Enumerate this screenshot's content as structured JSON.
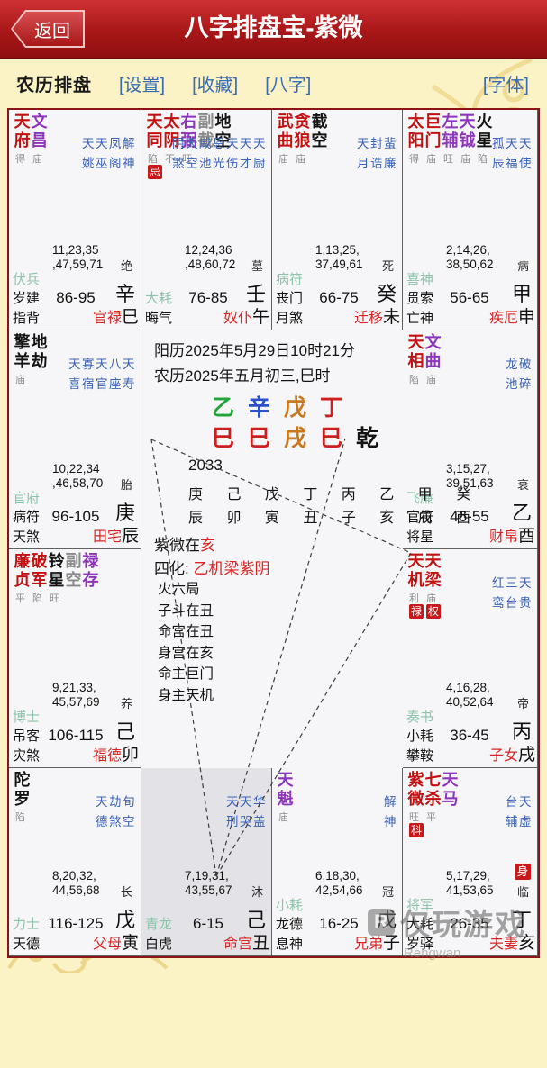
{
  "header": {
    "back_label": "返回",
    "title": "八字排盘宝-紫微"
  },
  "toolbar": {
    "mode_label": "农历排盘",
    "links": [
      "[设置]",
      "[收藏]",
      "[八字]"
    ],
    "font_link": "[字体]"
  },
  "colors": {
    "star_red": "#c31111",
    "star_purple": "#8d35bb",
    "star_black": "#141414",
    "star_gray": "#8a8a8a",
    "minor_blue": "#3b62b5",
    "label_green": "#8fc3ab",
    "palace_red": "#d92424",
    "badge_red": "#c8181a",
    "header_red": "#a81718",
    "bg_yellow": "#fbf3c6",
    "cell_bg": "#f6f6f8",
    "cell_highlight": "#e2e2e7"
  },
  "center": {
    "solar_line": "阳历2025年5月29日10时21分",
    "lunar_line": "农历2025年五月初三,巳时",
    "bazi_stems": [
      {
        "t": "乙",
        "c": "#1fa637"
      },
      {
        "t": "辛",
        "c": "#2b50c8"
      },
      {
        "t": "戊",
        "c": "#c8781e"
      },
      {
        "t": "丁",
        "c": "#cc2020"
      }
    ],
    "bazi_branches": [
      {
        "t": "巳",
        "c": "#cc2020"
      },
      {
        "t": "巳",
        "c": "#cc2020"
      },
      {
        "t": "戌",
        "c": "#c8781e"
      },
      {
        "t": "巳",
        "c": "#cc2020"
      },
      {
        "t": "乾",
        "c": "#141414"
      }
    ],
    "start_year": "2033",
    "decade_stems": "庚 己 戊 丁 丙 乙 甲 癸",
    "decade_branches": "辰 卯 寅 丑 子 亥 戌 酉",
    "ziwei_prefix": "紫微在",
    "ziwei_branch": "亥",
    "sihua_prefix": "四化:",
    "sihua_value": "乙机梁紫阴",
    "features": [
      "火六局",
      "子斗在丑",
      "命宫在丑",
      "身宫在亥",
      "命主巨门",
      "身主天机"
    ]
  },
  "palaces": [
    {
      "row": 0,
      "col": 0,
      "branch": "巳",
      "stem": "辛",
      "palace": "官禄",
      "stage": "绝",
      "age": "86-95",
      "stars": [
        [
          "天府",
          "red"
        ],
        [
          "文昌",
          "purple"
        ]
      ],
      "brightness": "得庙",
      "badges": [],
      "minors": [
        "天天凤解",
        "姚巫阁神"
      ],
      "numbers": [
        "11,23,35",
        ",47,59,71"
      ],
      "left_labels": [
        "伏兵",
        "岁建",
        "指背"
      ],
      "highlight": false,
      "body": false
    },
    {
      "row": 0,
      "col": 1,
      "branch": "午",
      "stem": "壬",
      "palace": "奴仆",
      "stage": "墓",
      "age": "76-85",
      "stars": [
        [
          "天同",
          "red"
        ],
        [
          "太阴",
          "red"
        ],
        [
          "右弼",
          "purple"
        ],
        [
          "副截",
          "gray"
        ],
        [
          "地空",
          "black"
        ]
      ],
      "brightness": "陷不旺",
      "badges": [
        "忌"
      ],
      "minors": [
        "阴天咸恩天天天",
        "煞空池光伤才厨"
      ],
      "numbers": [
        "12,24,36",
        ",48,60,72"
      ],
      "left_labels": [
        "大耗",
        "晦气"
      ],
      "highlight": false,
      "body": false
    },
    {
      "row": 0,
      "col": 2,
      "branch": "未",
      "stem": "癸",
      "palace": "迁移",
      "stage": "死",
      "age": "66-75",
      "stars": [
        [
          "武曲",
          "red"
        ],
        [
          "贪狼",
          "red"
        ],
        [
          "截空",
          "black"
        ]
      ],
      "brightness": "庙庙",
      "badges": [],
      "minors": [
        "天封蜚",
        "月诰廉"
      ],
      "numbers": [
        "1,13,25,",
        "37,49,61"
      ],
      "left_labels": [
        "病符",
        "丧门",
        "月煞"
      ],
      "highlight": false,
      "body": false
    },
    {
      "row": 0,
      "col": 3,
      "branch": "申",
      "stem": "甲",
      "palace": "疾厄",
      "stage": "病",
      "age": "56-65",
      "stars": [
        [
          "太阳",
          "red"
        ],
        [
          "巨门",
          "red"
        ],
        [
          "左辅",
          "purple"
        ],
        [
          "天钺",
          "purple"
        ],
        [
          "火星",
          "black"
        ]
      ],
      "brightness": "得庙旺庙陷",
      "badges": [],
      "minors": [
        "孤天天",
        "辰福使"
      ],
      "numbers": [
        "2,14,26,",
        "38,50,62"
      ],
      "left_labels": [
        "喜神",
        "贯索",
        "亡神"
      ],
      "highlight": false,
      "body": false
    },
    {
      "row": 1,
      "col": 0,
      "branch": "辰",
      "stem": "庚",
      "palace": "田宅",
      "stage": "胎",
      "age": "96-105",
      "stars": [
        [
          "擎羊",
          "black"
        ],
        [
          "地劫",
          "black"
        ]
      ],
      "brightness": "庙",
      "badges": [],
      "minors": [
        "天寡天八天",
        "喜宿官座寿"
      ],
      "numbers": [
        "10,22,34",
        ",46,58,70"
      ],
      "left_labels": [
        "官府",
        "病符",
        "天煞"
      ],
      "highlight": false,
      "body": false
    },
    {
      "row": 1,
      "col": 3,
      "branch": "酉",
      "stem": "乙",
      "palace": "财帛",
      "stage": "衰",
      "age": "46-55",
      "stars": [
        [
          "天相",
          "red"
        ],
        [
          "文曲",
          "purple"
        ]
      ],
      "brightness": "陷庙",
      "badges": [],
      "minors": [
        "龙破",
        "池碎"
      ],
      "numbers": [
        "3,15,27,",
        "39,51,63"
      ],
      "left_labels": [
        "飞廉",
        "官符",
        "将星"
      ],
      "highlight": false,
      "body": false
    },
    {
      "row": 2,
      "col": 0,
      "branch": "卯",
      "stem": "己",
      "palace": "福德",
      "stage": "养",
      "age": "106-115",
      "stars": [
        [
          "廉贞",
          "red"
        ],
        [
          "破军",
          "red"
        ],
        [
          "铃星",
          "black"
        ],
        [
          "副空",
          "gray"
        ],
        [
          "禄存",
          "purple"
        ]
      ],
      "brightness": "平陷旺",
      "badges": [],
      "minors": [],
      "numbers": [
        "9,21,33,",
        "45,57,69"
      ],
      "left_labels": [
        "博士",
        "吊客",
        "灾煞"
      ],
      "highlight": false,
      "body": false
    },
    {
      "row": 2,
      "col": 3,
      "branch": "戌",
      "stem": "丙",
      "palace": "子女",
      "stage": "帝",
      "age": "36-45",
      "stars": [
        [
          "天机",
          "red"
        ],
        [
          "天梁",
          "red"
        ]
      ],
      "brightness": "利庙",
      "badges": [
        "禄",
        "权"
      ],
      "minors": [
        "红三天",
        "鸾台贵"
      ],
      "numbers": [
        "4,16,28,",
        "40,52,64"
      ],
      "left_labels": [
        "奏书",
        "小耗",
        "攀鞍"
      ],
      "highlight": false,
      "body": false
    },
    {
      "row": 3,
      "col": 0,
      "branch": "寅",
      "stem": "戊",
      "palace": "父母",
      "stage": "长",
      "age": "116-125",
      "stars": [
        [
          "陀罗",
          "black"
        ]
      ],
      "brightness": "陷",
      "badges": [],
      "minors": [
        "天劫旬",
        "德煞空"
      ],
      "numbers": [
        "8,20,32,",
        "44,56,68"
      ],
      "left_labels": [
        "力士",
        "天德"
      ],
      "highlight": false,
      "body": false
    },
    {
      "row": 3,
      "col": 1,
      "branch": "丑",
      "stem": "己",
      "palace": "命宫",
      "stage": "沐",
      "age": "6-15",
      "stars": [],
      "brightness": "",
      "badges": [],
      "minors": [
        "天天华",
        "刑哭盖"
      ],
      "numbers": [
        "7,19,31,",
        "43,55,67"
      ],
      "left_labels": [
        "青龙",
        "白虎"
      ],
      "highlight": true,
      "body": false
    },
    {
      "row": 3,
      "col": 2,
      "branch": "子",
      "stem": "戊",
      "palace": "兄弟",
      "stage": "冠",
      "age": "16-25",
      "stars": [
        [
          "天魁",
          "purple"
        ]
      ],
      "brightness": "庙",
      "badges": [],
      "minors": [
        "解",
        "神"
      ],
      "numbers": [
        "6,18,30,",
        "42,54,66"
      ],
      "left_labels": [
        "小耗",
        "龙德",
        "息神"
      ],
      "highlight": false,
      "body": false
    },
    {
      "row": 3,
      "col": 3,
      "branch": "亥",
      "stem": "丁",
      "palace": "夫妻",
      "stage": "临",
      "age": "26-35",
      "stars": [
        [
          "紫微",
          "red"
        ],
        [
          "七杀",
          "red"
        ],
        [
          "天马",
          "purple"
        ]
      ],
      "brightness": "旺平",
      "badges": [
        "科"
      ],
      "minors": [
        "台天",
        "辅虚"
      ],
      "numbers": [
        "5,17,29,",
        "41,53,65"
      ],
      "left_labels": [
        "将军",
        "大耗",
        "岁驿"
      ],
      "highlight": false,
      "body": true
    }
  ],
  "watermark": {
    "logo": "R",
    "cn": "仅玩游戏",
    "en": "Rengwan"
  }
}
